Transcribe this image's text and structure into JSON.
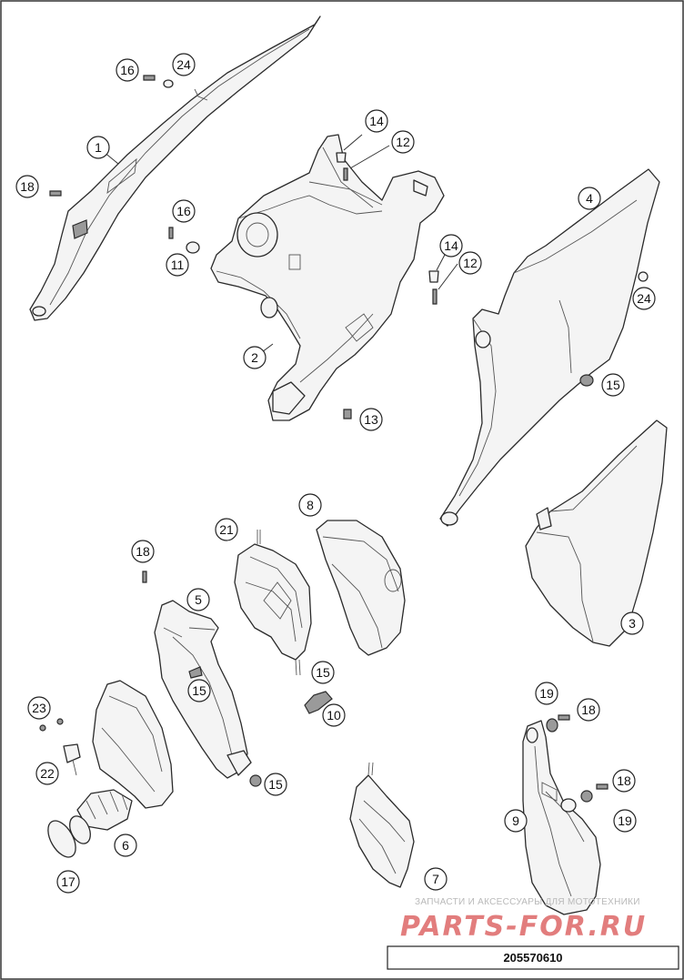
{
  "diagram": {
    "callouts": [
      {
        "id": "c1",
        "label": "1"
      },
      {
        "id": "c2",
        "label": "2"
      },
      {
        "id": "c3",
        "label": "3"
      },
      {
        "id": "c4",
        "label": "4"
      },
      {
        "id": "c5",
        "label": "5"
      },
      {
        "id": "c6",
        "label": "6"
      },
      {
        "id": "c7",
        "label": "7"
      },
      {
        "id": "c8",
        "label": "8"
      },
      {
        "id": "c9",
        "label": "9"
      },
      {
        "id": "c10",
        "label": "10"
      },
      {
        "id": "c11",
        "label": "11"
      },
      {
        "id": "c12a",
        "label": "12"
      },
      {
        "id": "c12b",
        "label": "12"
      },
      {
        "id": "c13",
        "label": "13"
      },
      {
        "id": "c14a",
        "label": "14"
      },
      {
        "id": "c14b",
        "label": "14"
      },
      {
        "id": "c15a",
        "label": "15"
      },
      {
        "id": "c15b",
        "label": "15"
      },
      {
        "id": "c15c",
        "label": "15"
      },
      {
        "id": "c15d",
        "label": "15"
      },
      {
        "id": "c16a",
        "label": "16"
      },
      {
        "id": "c16b",
        "label": "16"
      },
      {
        "id": "c17",
        "label": "17"
      },
      {
        "id": "c18a",
        "label": "18"
      },
      {
        "id": "c18b",
        "label": "18"
      },
      {
        "id": "c18c",
        "label": "18"
      },
      {
        "id": "c18d",
        "label": "18"
      },
      {
        "id": "c19a",
        "label": "19"
      },
      {
        "id": "c19b",
        "label": "19"
      },
      {
        "id": "c21",
        "label": "21"
      },
      {
        "id": "c22",
        "label": "22"
      },
      {
        "id": "c23",
        "label": "23"
      },
      {
        "id": "c24a",
        "label": "24"
      },
      {
        "id": "c24b",
        "label": "24"
      }
    ],
    "reference_number": "205570610"
  },
  "watermark": {
    "tagline": "ЗАПЧАСТИ И АКСЕССУАРЫ ДЛЯ МОТОТЕХНИКИ",
    "brand": "PARTS-FOR.RU"
  },
  "colors": {
    "line": "#2a2a2a",
    "fill": "#f4f4f4",
    "watermark_brand": "#e27d7d",
    "watermark_text": "#b9b9b9"
  }
}
